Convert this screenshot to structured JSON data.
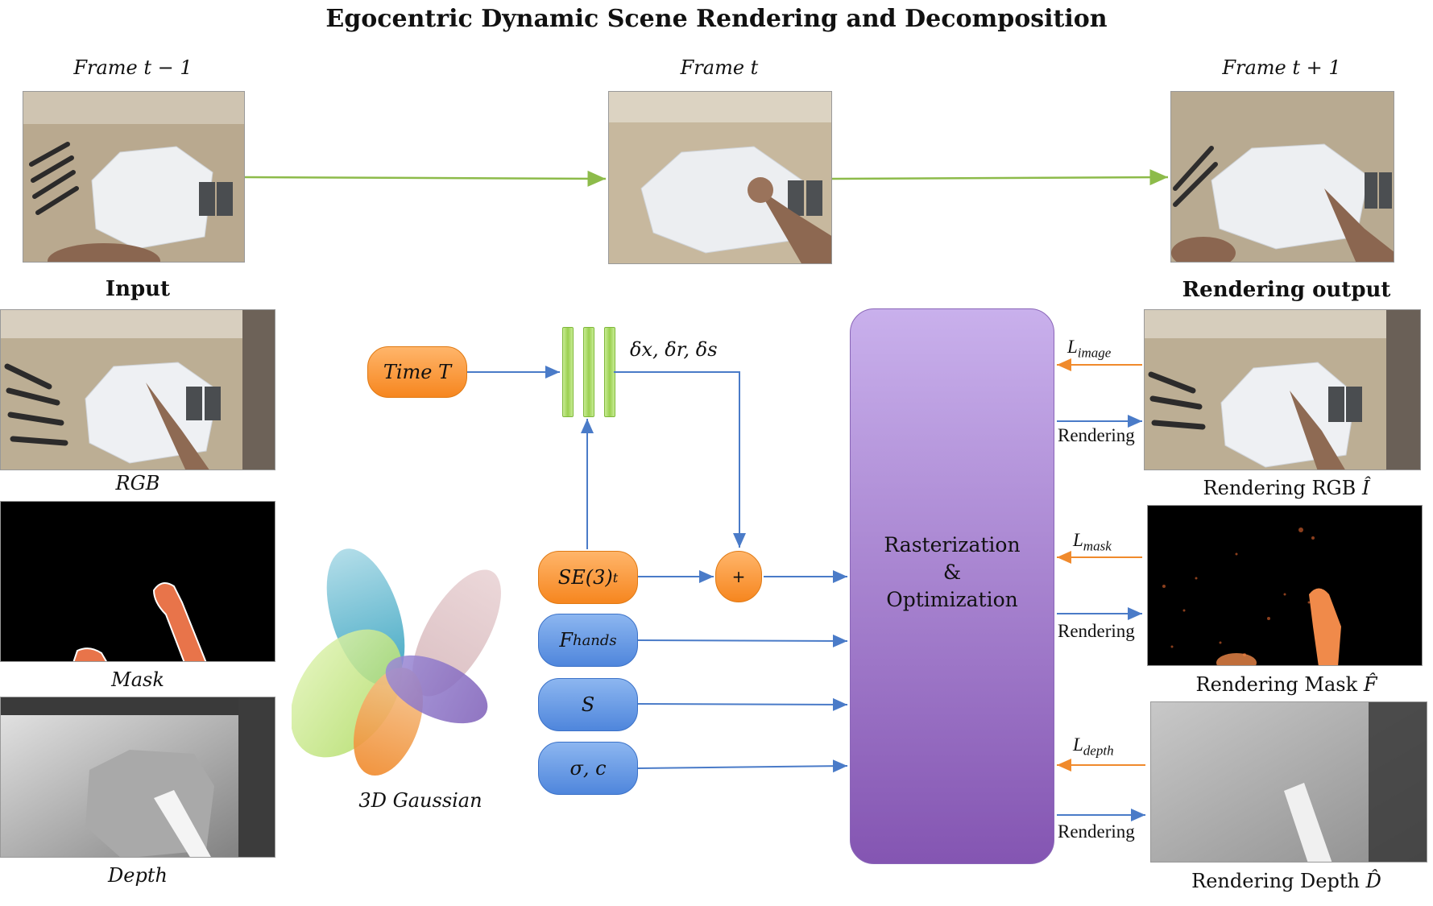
{
  "title": "Egocentric Dynamic Scene Rendering and Decomposition",
  "frames": {
    "prev": "Frame t − 1",
    "current": "Frame t",
    "next": "Frame t + 1"
  },
  "input": {
    "heading": "Input",
    "rgb": "RGB",
    "mask": "Mask",
    "depth": "Depth"
  },
  "gaussian_label": "3D Gaussian",
  "nodes": {
    "time": "Time T",
    "deform": "δx, δr, δs",
    "se3_main": "SE(3)",
    "se3_sub": "t",
    "plus": "+",
    "fhands_main": "F",
    "fhands_sub": "hands",
    "s": "S",
    "sigma_c": "σ, c"
  },
  "raster": {
    "line1": "Rasterization",
    "line2": "&",
    "line3": "Optimization"
  },
  "losses": {
    "prefix": "L",
    "image": "image",
    "mask": "mask",
    "depth": "depth"
  },
  "rendering_label": "Rendering",
  "output": {
    "heading": "Rendering output",
    "rgb": "Rendering  RGB",
    "rgb_sym": "Î",
    "mask": "Rendering Mask",
    "mask_sym": "F̂",
    "depth": "Rendering  Depth",
    "depth_sym": "D̂"
  },
  "colors": {
    "orange": "#f6861f",
    "blue": "#4f86dc",
    "green": "#9ad050",
    "purple": "#8455b2",
    "arrow_blue": "#4a7bc8",
    "arrow_orange": "#f08a2c",
    "arrow_green": "#8dbb4a"
  }
}
